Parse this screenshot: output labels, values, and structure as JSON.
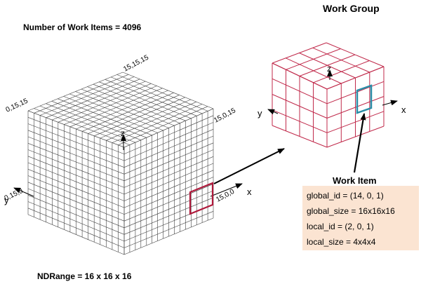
{
  "header": {
    "work_items_label": "Number of Work Items = 4096",
    "ndrange_label": "NDRange = 16 x 16 x 16"
  },
  "ndrange": {
    "grid_divisions": 16,
    "corner_top_back": "15,15,15",
    "corner_top_left": "0,15,15",
    "corner_top_right": "15,0,15",
    "corner_bottom_left": "0,15,0",
    "corner_bottom_right": "15,0,0",
    "axis_x": "x",
    "axis_y": "y",
    "axis_z": "z",
    "line_color": "#404040",
    "highlight_color": "#b01a3c"
  },
  "work_group": {
    "title": "Work Group",
    "grid_divisions": 4,
    "axis_x": "x",
    "axis_y": "y",
    "axis_z": "z",
    "line_color": "#c0294a",
    "highlight_color": "#2a8ea8"
  },
  "work_item": {
    "title": "Work Item",
    "global_id": "global_id = (14, 0, 1)",
    "global_size": "global_size = 16x16x16",
    "local_id": "local_id = (2, 0, 1)",
    "local_size": "local_size = 4x4x4",
    "box_color": "#fbe4d2"
  }
}
